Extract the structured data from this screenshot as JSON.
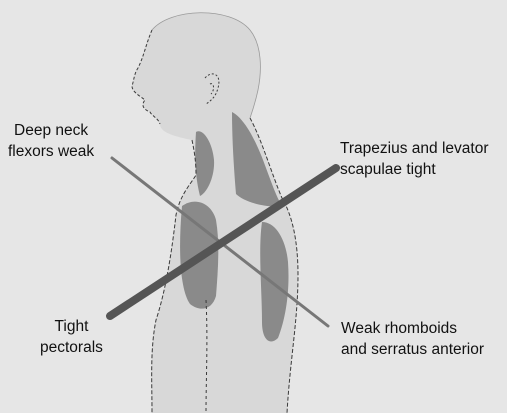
{
  "labels": {
    "deep_neck": {
      "line1": "Deep neck",
      "line2": "flexors weak"
    },
    "trapezius": {
      "line1": "Trapezius and levator",
      "line2": "scapulae tight"
    },
    "pectorals": {
      "line1": "Tight",
      "line2": "pectorals"
    },
    "rhomboids": {
      "line1": "Weak rhomboids",
      "line2": "and serratus anterior"
    }
  },
  "colors": {
    "background": "#e6e6e6",
    "body_fill": "#d8d8d8",
    "outline": "#3a3a3a",
    "muscle": "#8a8a8a",
    "tight_line": "#555555",
    "weak_line": "#777777"
  }
}
